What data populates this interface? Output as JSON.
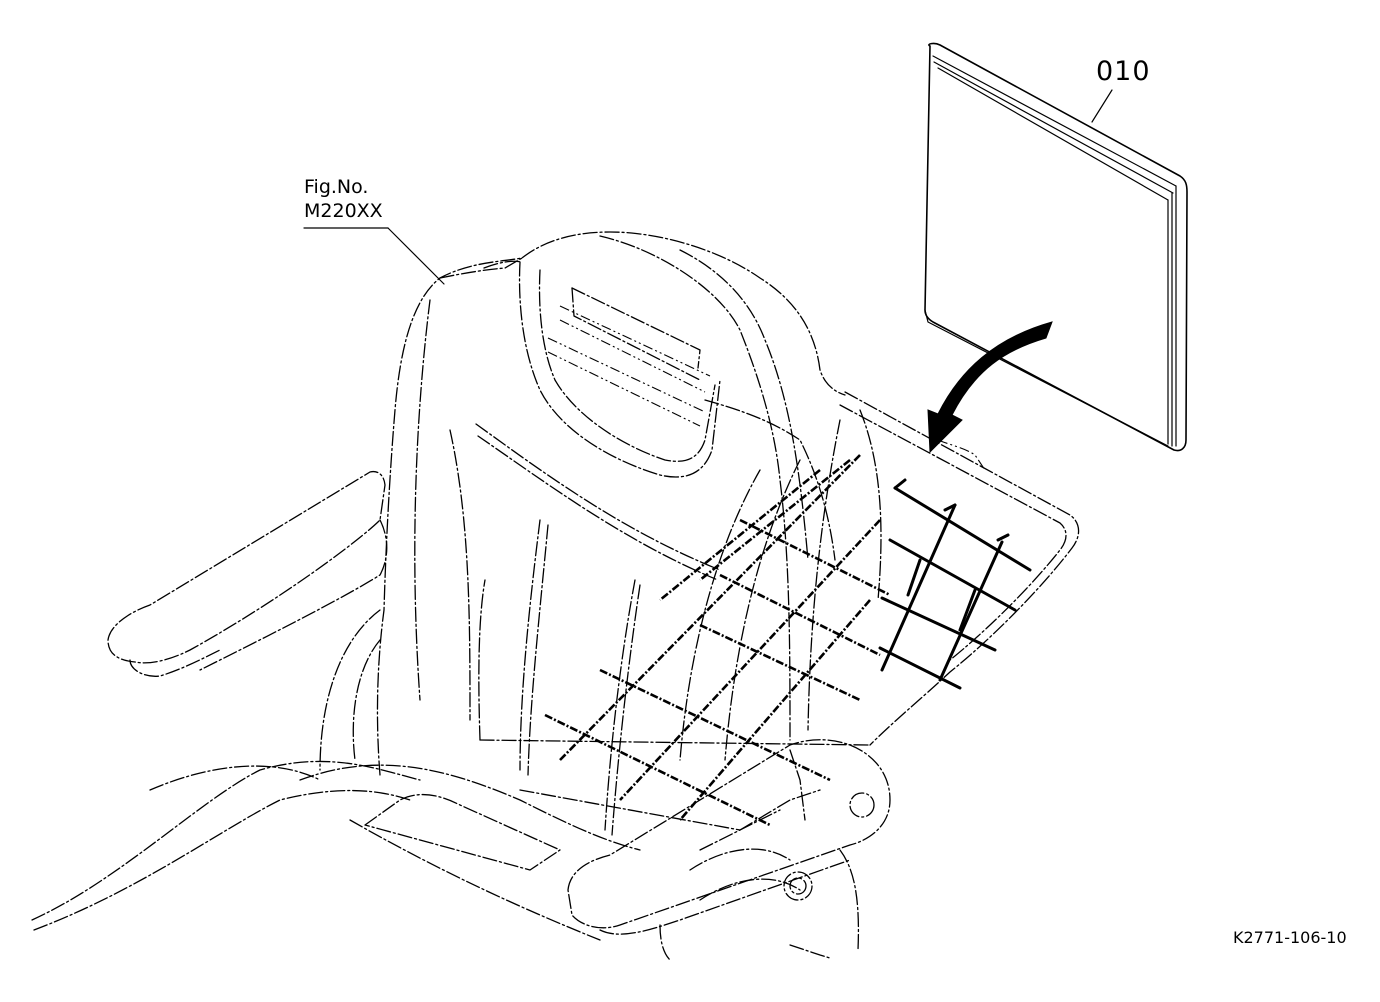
{
  "labels": {
    "fig_line1": "Fig.No.",
    "fig_line2": "M220XX",
    "part_number": "010",
    "drawing_code": "K2771-106-10"
  },
  "colors": {
    "line": "#000000",
    "background": "#ffffff"
  }
}
